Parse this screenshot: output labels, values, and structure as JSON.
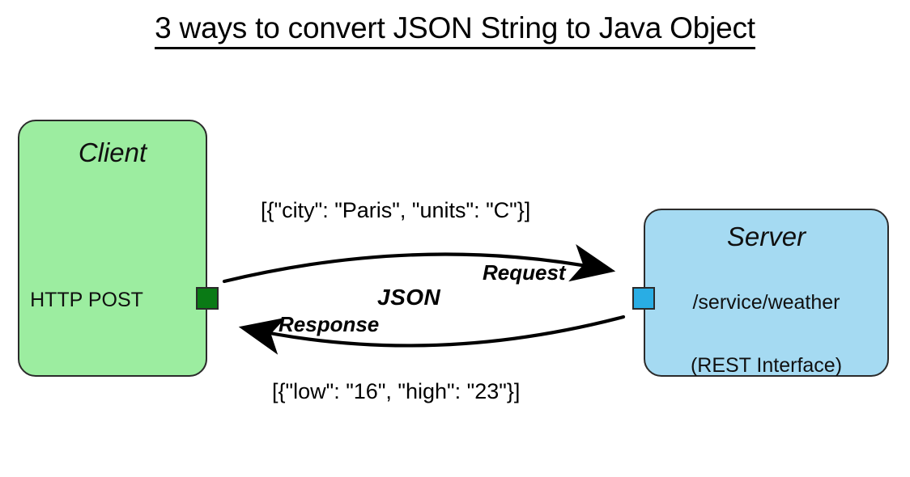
{
  "title": {
    "text": "3 ways to convert JSON String to Java Object"
  },
  "diagram": {
    "type": "client-server-sequence",
    "colors": {
      "client_fill": "#9ceda0",
      "client_port": "#0a7a15",
      "server_fill": "#a5daf2",
      "server_port": "#29ade4",
      "stroke": "#2b2b2b",
      "text": "#000000",
      "background": "#ffffff"
    },
    "client": {
      "title": "Client",
      "method": "HTTP POST",
      "port_icon": "green-port-square"
    },
    "server": {
      "title": "Server",
      "path": "/service/weather",
      "interface": "(REST Interface)",
      "port_icon": "blue-port-square"
    },
    "format_label": "JSON",
    "flows": [
      {
        "name": "request",
        "label": "Request",
        "payload": "[{\"city\": \"Paris\", \"units\": \"C\"}]",
        "direction": "client-to-server"
      },
      {
        "name": "response",
        "label": "Response",
        "payload": "[{\"low\": \"16\", \"high\": \"23\"}]",
        "direction": "server-to-client"
      }
    ]
  }
}
